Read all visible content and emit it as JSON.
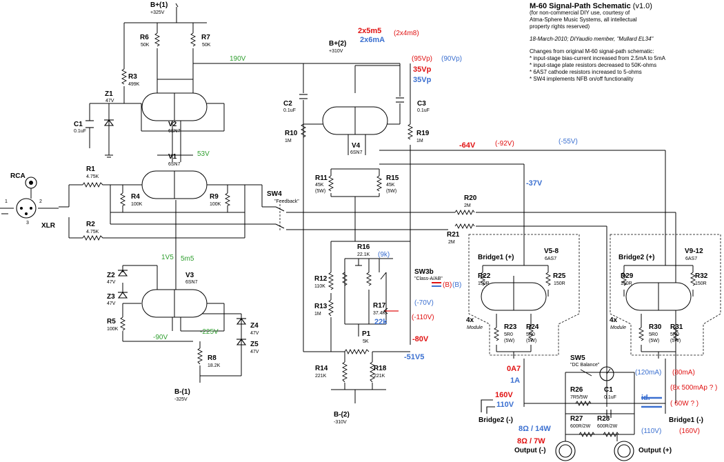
{
  "notes": {
    "title": "M-60 Signal-Path Schematic",
    "version": "(v1.0)",
    "license": [
      "(for non-commercial DIY use, courtesy of",
      "Atma-Sphere Music Systems, all intellectual",
      "property rights reserved)"
    ],
    "author": "18-March-2010; DIYaudio member, \"Mullard EL34\"",
    "changes_title": "Changes from original M-60 signal-path schematic:",
    "changes": [
      "* input-stage bias-current increased from 2.5mA to 5mA",
      "* input-stage plate resistors decreased to 50K-ohms",
      "* 6AS7 cathode resistors increased to 5-ohms",
      "* SW4 implements NFB on/off functionality"
    ]
  },
  "supplies": {
    "bplus1": "B+(1)",
    "bplus1_v": "+325V",
    "bplus2": "B+(2)",
    "bplus2_v": "+310V",
    "bminus1": "B-(1)",
    "bminus1_v": "-325V",
    "bminus2": "B-(2)",
    "bminus2_v": "-310V"
  },
  "components": {
    "R1": "R1",
    "R1v": "4.75K",
    "R2": "R2",
    "R2v": "4.75K",
    "R3": "R3",
    "R3v": "499K",
    "R4": "R4",
    "R4v": "100K",
    "R5": "R5",
    "R5v": "100K",
    "R6": "R6",
    "R6v": "50K",
    "R7": "R7",
    "R7v": "50K",
    "R8": "R8",
    "R8v": "18.2K",
    "R9": "R9",
    "R9v": "100K",
    "R10": "R10",
    "R10v": "1M",
    "R11": "R11",
    "R11v": "45K",
    "R11w": "(5W)",
    "R12": "R12",
    "R12v": "110K",
    "R13": "R13",
    "R13v": "1M",
    "R14": "R14",
    "R14v": "221K",
    "R15": "R15",
    "R15v": "45K",
    "R15w": "(5W)",
    "R16": "R16",
    "R16v": "22.1K",
    "R17": "R17",
    "R17v": "37.4K",
    "R18": "R18",
    "R18v": "221K",
    "R19": "R19",
    "R19v": "1M",
    "R20": "R20",
    "R20v": "2M",
    "R21": "R21",
    "R21v": "2M",
    "R22": "R22",
    "R22v": "150R",
    "R23": "R23",
    "R23v": "5R0",
    "R23w": "(5W)",
    "R24": "R24",
    "R24v": "5R0",
    "R24w": "(5W)",
    "R25": "R25",
    "R25v": "150R",
    "R26": "R26",
    "R26v": "7R5/5W",
    "R27": "R27",
    "R27v": "600R/2W",
    "R28": "R28",
    "R28v": "600R/2W",
    "R29": "R29",
    "R29v": "150R",
    "R30": "R30",
    "R30v": "5R0",
    "R30w": "(5W)",
    "R31": "R31",
    "R31v": "5R0",
    "R31w": "(5W)",
    "R32": "R32",
    "R32v": "150R",
    "C1": "C1",
    "C1v": "0.1uF",
    "C1b": "C1",
    "C1bv": "0.1uF",
    "C2": "C2",
    "C2v": "0.1uF",
    "C3": "C3",
    "C3v": "0.1uF",
    "Z1": "Z1",
    "Z1v": "47V",
    "Z2": "Z2",
    "Z2v": "47V",
    "Z3": "Z3",
    "Z3v": "47V",
    "Z4": "Z4",
    "Z4v": "47V",
    "Z5": "Z5",
    "Z5v": "47V",
    "V1": "V1",
    "V1t": "6SN7",
    "V2": "V2",
    "V2t": "6SN7",
    "V3": "V3",
    "V3t": "6SN7",
    "V4": "V4",
    "V4t": "6SN7",
    "V58": "V5-8",
    "V58t": "6AS7",
    "V912": "V9-12",
    "V912t": "6AS7",
    "P1": "P1",
    "P1v": "5K",
    "SW3b": "SW3b",
    "SW3bt": "\"Class-A/AB\"",
    "SW4": "SW4",
    "SW4t": "\"Feedback\"",
    "SW5": "SW5",
    "SW5t": "\"DC Balance\"",
    "RCA": "RCA",
    "XLR": "XLR",
    "pin1": "1",
    "pin2": "2",
    "pin3": "3",
    "bridge1p": "Bridge1 (+)",
    "bridge2p": "Bridge2 (+)",
    "bridge2m": "Bridge2 (-)",
    "bridge1m": "Bridge1 (-)",
    "out_m": "Output (-)",
    "out_p": "Output (+)",
    "mod4x_a": "4x",
    "mod_a": "Module",
    "mod4x_b": "4x",
    "mod_b": "Module"
  },
  "voltages": {
    "g190": "190V",
    "g53": "53V",
    "g1v5": "1V5",
    "g5m5": "5m5",
    "gm90": "-90V",
    "gm225": "-225V",
    "r2x5m5": "2x5m5",
    "r2x4m8": "(2x4m8)",
    "b2x6ma": "2x6mA",
    "r95vp": "(95Vp)",
    "b90vp": "(90Vp)",
    "r35vp": "35Vp",
    "b35vp": "35Vp",
    "rm64": "-64V",
    "rm92": "(-92V)",
    "bm55": "(-55V)",
    "bm37": "-37V",
    "b9k": "(9k)",
    "rB": "(B)",
    "bB": "(B)",
    "bm70": "(-70V)",
    "rm110": "(-110V)",
    "b22k": "22k",
    "rm80": "-80V",
    "bm51v5": "-51V5",
    "r0a7": "0A7",
    "b1a": "1A",
    "r160": "160V",
    "b110": "110V",
    "b8ohm": "8Ω / 14W",
    "r8ohm": "8Ω / 7W",
    "b120ma": "(120mA)",
    "r80ma": "(80mA)",
    "r8x500": "(8x 500mAp ? )",
    "bid": "id.",
    "r60w": "( 60W ? )",
    "b110b": "(110V)",
    "r160b": "(160V)"
  },
  "colors": {
    "green": "#2e9e2e",
    "red": "#e01010",
    "blue": "#3a6fd0"
  }
}
